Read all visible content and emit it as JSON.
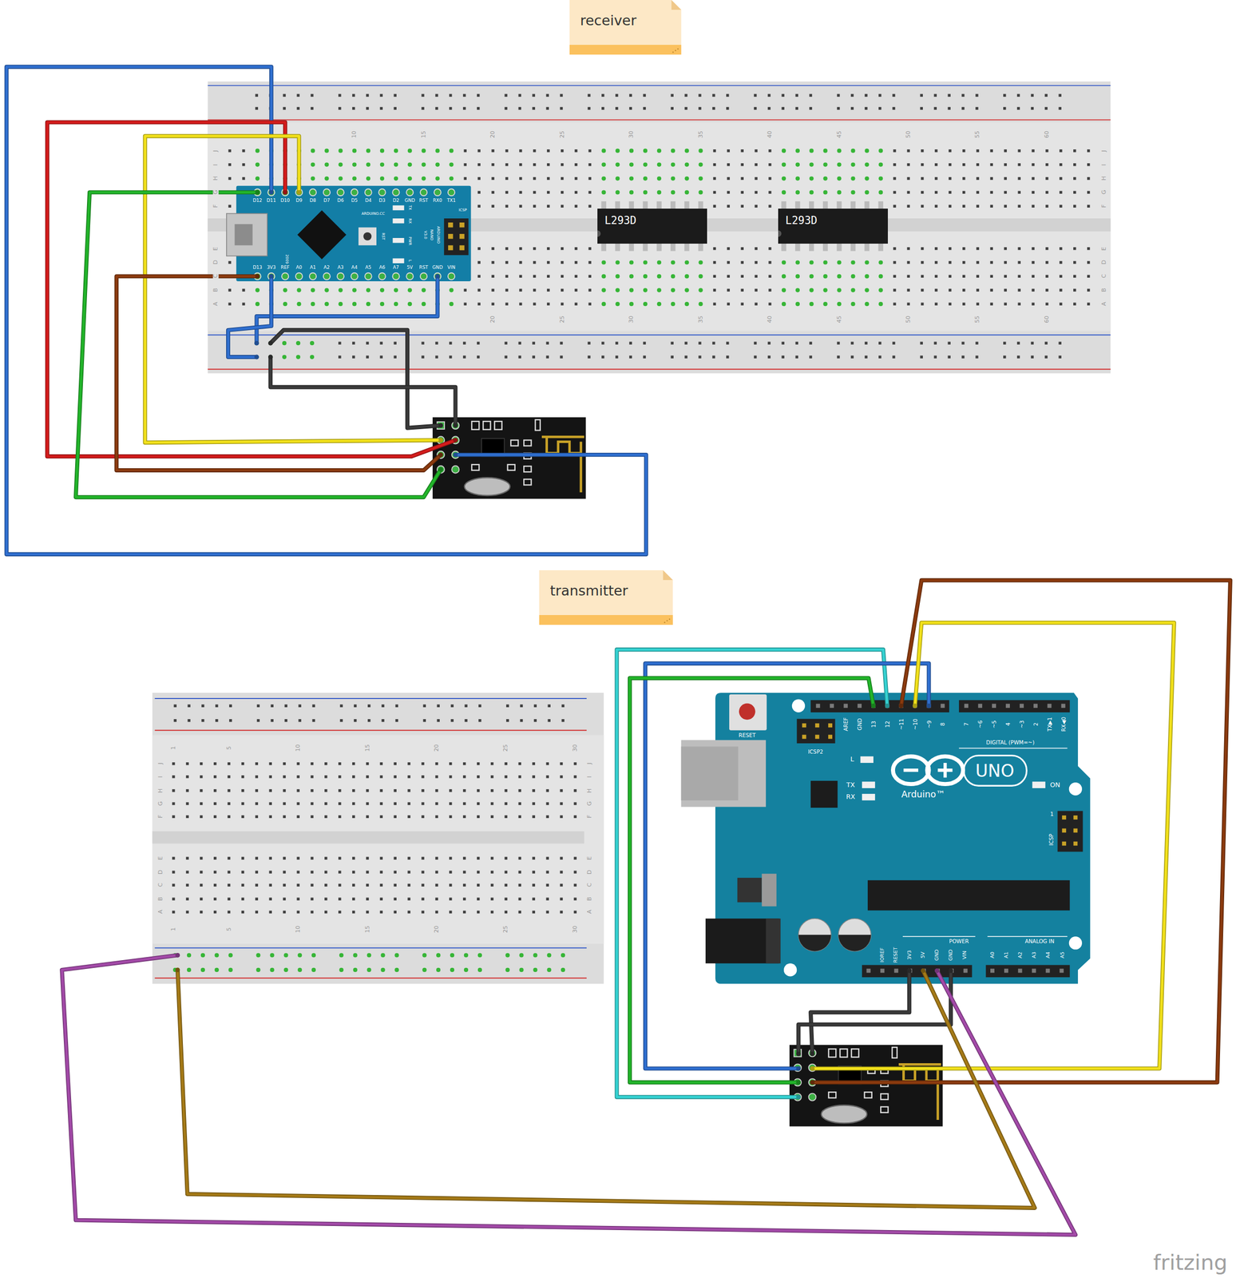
{
  "diagram": {
    "nodes": [
      {
        "text": [
          "receiver"
        ]
      },
      {
        "text": [
          "L293D"
        ]
      },
      {
        "text": [
          "L293D"
        ]
      },
      {
        "text": [
          "transmitter"
        ]
      }
    ],
    "labels": [
      "10",
      "15",
      "20",
      "25",
      "30",
      "35",
      "40",
      "45",
      "50",
      "55",
      "60",
      "20",
      "25",
      "30",
      "35",
      "40",
      "45",
      "50",
      "55",
      "60",
      "J",
      "I",
      "H",
      "G",
      "F",
      "E",
      "D",
      "C",
      "B",
      "A",
      "J",
      "I",
      "H",
      "G",
      "F",
      "E",
      "D",
      "C",
      "B",
      "A",
      "D12",
      "D11",
      "D10",
      "D9",
      "D8",
      "D7",
      "D6",
      "D5",
      "D4",
      "D3",
      "D2",
      "GND",
      "RST",
      "RX0",
      "TX1",
      "D13",
      "3V3",
      "REF",
      "A0",
      "A1",
      "A2",
      "A3",
      "A4",
      "A5",
      "A6",
      "A7",
      "5V",
      "RST",
      "GND",
      "VIN",
      "ARDUINO.CC",
      "TX",
      "RX",
      "PWR",
      "L",
      "RST",
      "ARDUINO",
      "NANO",
      "V3.0",
      "ICSP",
      "2009",
      "1",
      "5",
      "10",
      "15",
      "20",
      "25",
      "30",
      "1",
      "5",
      "10",
      "15",
      "20",
      "25",
      "30",
      "J",
      "I",
      "H",
      "G",
      "F",
      "E",
      "D",
      "C",
      "B",
      "A",
      "J",
      "I",
      "H",
      "G",
      "F",
      "E",
      "D",
      "C",
      "B",
      "A",
      "AREF",
      "GND",
      "13",
      "12",
      "~11",
      "~10",
      "~9",
      "8",
      "7",
      "~6",
      "~5",
      "4",
      "~3",
      "2",
      "TX▶1",
      "RX◀0",
      "RESET",
      "ICSP2",
      "DIGITAL (PWM=~)",
      "L",
      "TX",
      "RX",
      "UNO",
      "Arduino™",
      "ON",
      "1",
      "ICSP",
      "POWER",
      "ANALOG IN",
      "IOREF",
      "RESET",
      "3V3",
      "5V",
      "GND",
      "GND",
      "VIN",
      "A0",
      "A1",
      "A2",
      "A3",
      "A4",
      "A5",
      "fritzing"
    ]
  }
}
